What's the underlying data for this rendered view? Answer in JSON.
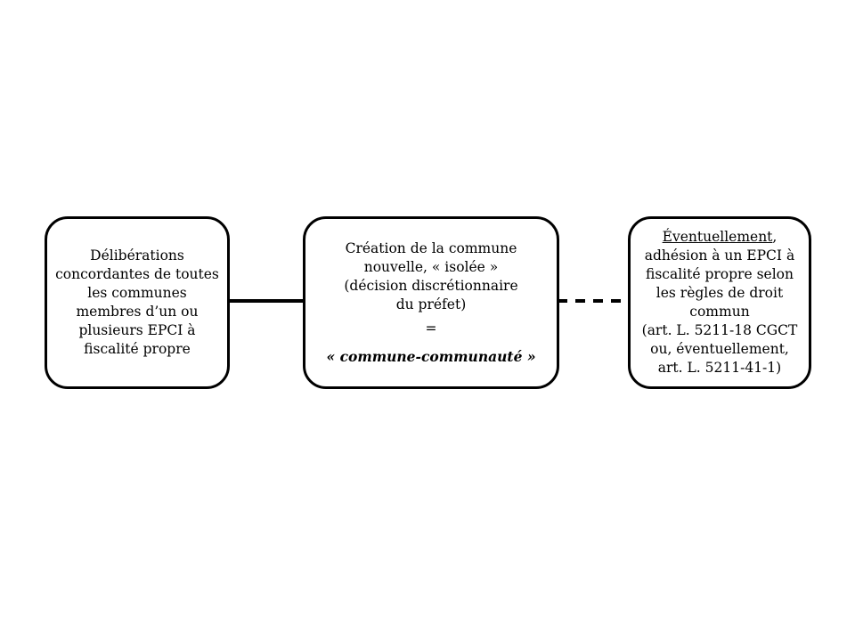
{
  "diagram": {
    "colors": {
      "background": "#ffffff",
      "border": "#000000",
      "text": "#000000"
    },
    "boxes": [
      {
        "id": "deliberations",
        "text": "Délibérations\nconcordantes de toutes\nles communes\nmembres d’un ou\nplusieurs EPCI à\nfiscalité propre"
      },
      {
        "id": "creation-commune-nouvelle",
        "body": "Création de la commune\nnouvelle, « isolée »\n(décision discrétionnaire\ndu préfet)",
        "equals": "=",
        "result": "« commune-communauté »"
      },
      {
        "id": "adhesion-epci",
        "underlined_lead": "Éventuellement",
        "lead_suffix": ",",
        "rest": "\nadhésion à un EPCI à\nfiscalité propre selon\nles règles de droit\ncommun\n(art. L. 5211-18 CGCT\nou, éventuellement,\nart. L. 5211-41-1)"
      }
    ],
    "connectors": [
      {
        "type": "solid",
        "from": "deliberations",
        "to": "creation-commune-nouvelle"
      },
      {
        "type": "dashed",
        "from": "creation-commune-nouvelle",
        "to": "adhesion-epci"
      }
    ]
  }
}
